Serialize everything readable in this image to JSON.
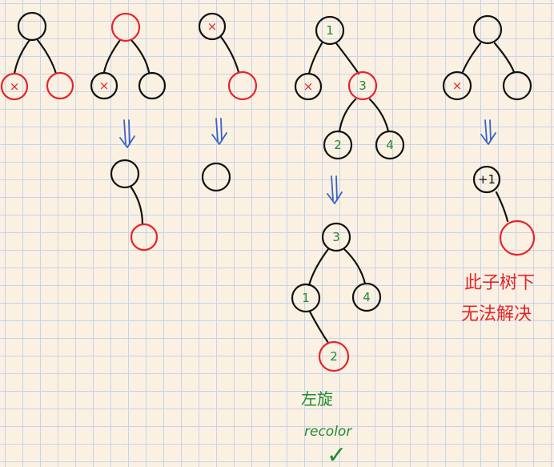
{
  "nodes": {
    "t5_n2": "2",
    "t5_n3": "3",
    "t5_n1": "1",
    "t5_n4": "4",
    "t4_n1": "1",
    "t4_n3": "3",
    "t4_n2": "2",
    "t4_n4": "4",
    "t6_top": "+1"
  },
  "marks": {
    "x": "×"
  },
  "annotations": {
    "red_note_line1": "此子树下",
    "red_note_line2": "无法解决",
    "green_note_line1": "左旋",
    "green_note_line2": "recolor",
    "check": "✓"
  },
  "colors": {
    "black": "#111111",
    "red": "#e8232a",
    "blue": "#3a63c8",
    "green": "#1f8a34",
    "grid": "#c7d3e8",
    "paper": "#fbf1e2"
  }
}
